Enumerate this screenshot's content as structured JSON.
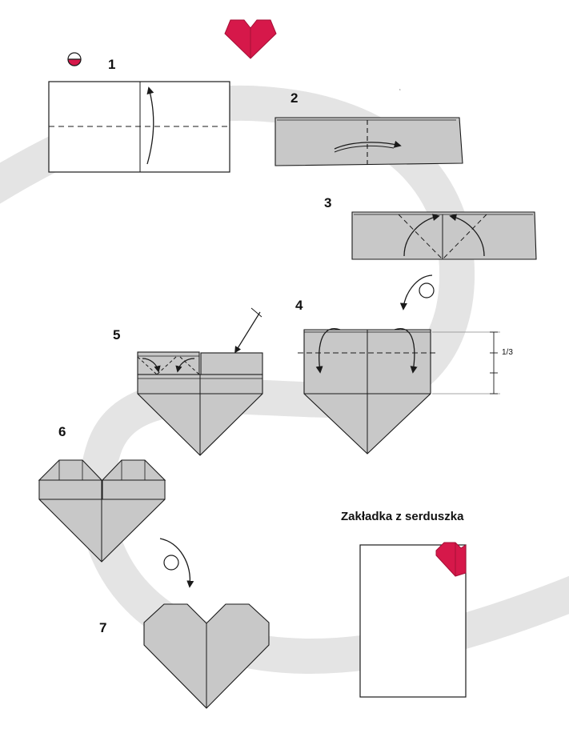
{
  "steps": [
    "1",
    "2",
    "3",
    "4",
    "5",
    "6",
    "7"
  ],
  "fraction_label": "1/3",
  "caption": "Zakładka z serduszka",
  "stray_mark": "‘",
  "colors": {
    "paper_gray": "#c8c8c8",
    "heart_red": "#d6184a",
    "heart_red_dark": "#a50f36",
    "background_band": "#e4e4e4",
    "line": "#1a1a1a"
  },
  "icons": [
    "heart-icon",
    "paper-side-icon",
    "turn-over-icon",
    "cut-mark-icon",
    "fold-arrow-icon"
  ]
}
